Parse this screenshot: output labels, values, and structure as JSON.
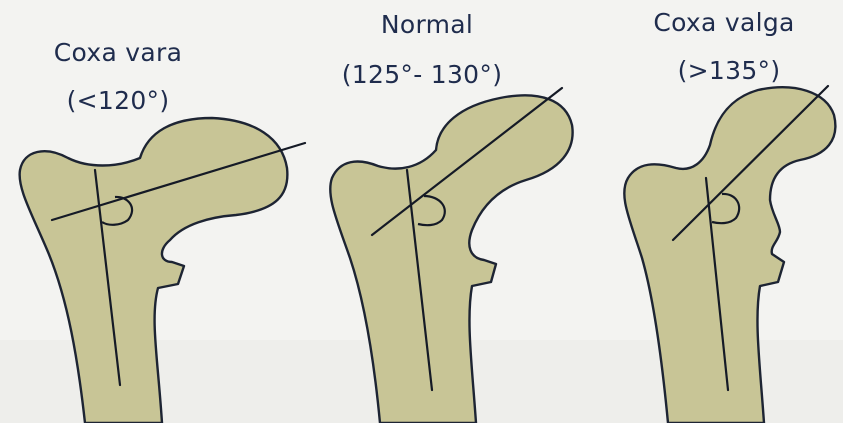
{
  "panels": [
    {
      "title": "Coxa vara",
      "angle": "(<120°)"
    },
    {
      "title": "Normal",
      "angle": "(125°- 130°)"
    },
    {
      "title": "Coxa valga",
      "angle": "(>135°)"
    }
  ],
  "colors": {
    "background": "#f3f3f1",
    "bone_fill": "#c8c596",
    "outline": "#1d2433",
    "label_ink": "#1f2c4d"
  }
}
